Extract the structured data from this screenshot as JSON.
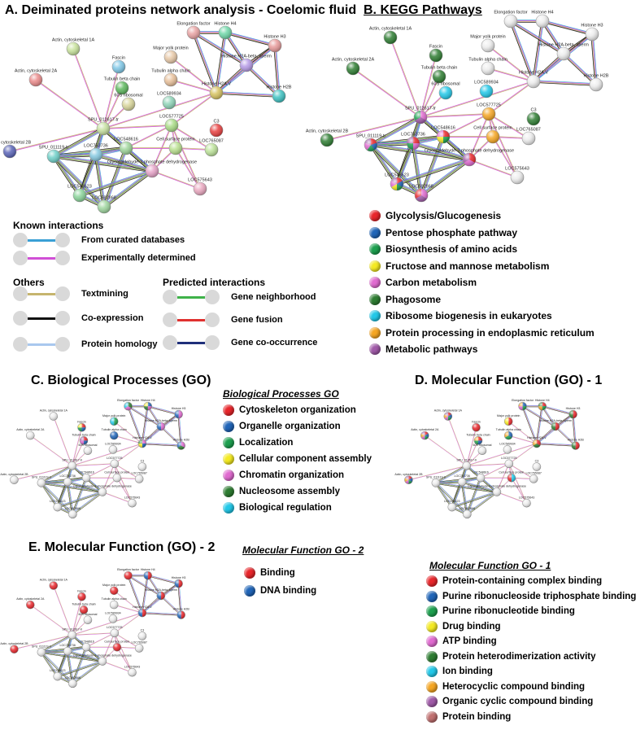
{
  "panels": {
    "A": {
      "title": "A. Deiminated proteins network analysis - Coelomic fluid"
    },
    "B": {
      "title": "B. KEGG Pathways"
    },
    "C": {
      "title": "C. Biological Processes (GO)"
    },
    "D": {
      "title": "D. Molecular Function (GO) - 1"
    },
    "E": {
      "title": "E. Molecular Function (GO) - 2"
    }
  },
  "nodes": [
    {
      "id": "elong",
      "label": "Elongation factor"
    },
    {
      "id": "h4",
      "label": "Histone H4"
    },
    {
      "id": "h3",
      "label": "Histone H3"
    },
    {
      "id": "h2a",
      "label": "Histone H2A-beta, sperm"
    },
    {
      "id": "act1a",
      "label": "Actin, cytoskeletal 1A"
    },
    {
      "id": "major",
      "label": "Major yolk protein"
    },
    {
      "id": "fascin",
      "label": "Fascin"
    },
    {
      "id": "act2a",
      "label": "Actin, cytoskeletal 2A"
    },
    {
      "id": "tubb",
      "label": "Tubulin beta chain"
    },
    {
      "id": "tuba",
      "label": "Tubulin alpha chain"
    },
    {
      "id": "h2av",
      "label": "Histone H2A.V"
    },
    {
      "id": "h2b",
      "label": "Histone H2B"
    },
    {
      "id": "r60s",
      "label": "60S ribosomal"
    },
    {
      "id": "loc589934",
      "label": "LOC589934"
    },
    {
      "id": "loc577725",
      "label": "LOC577725"
    },
    {
      "id": "c3",
      "label": "C3"
    },
    {
      "id": "act2b",
      "label": "Actin, cytoskeletal 2B"
    },
    {
      "id": "spu012617",
      "label": "SPU_012617-tr"
    },
    {
      "id": "loc765087",
      "label": "LOC765087"
    },
    {
      "id": "loc548616",
      "label": "LOC548616"
    },
    {
      "id": "spu011119",
      "label": "SPU_011119-tr"
    },
    {
      "id": "loc763736",
      "label": "LOC763736"
    },
    {
      "id": "cellsurf",
      "label": "Cell surface protein"
    },
    {
      "id": "gapdh",
      "label": "Glyceraldehyde-3-phosphate dehydrogenase"
    },
    {
      "id": "loc548623",
      "label": "LOC548623"
    },
    {
      "id": "loc575643",
      "label": "LOC575643"
    },
    {
      "id": "loc592868",
      "label": "LOC592868"
    }
  ],
  "edge_legend": {
    "known_title": "Known interactions",
    "others_title": "Others",
    "predicted_title": "Predicted interactions",
    "known": [
      {
        "label": "From curated databases",
        "color": "#3aa0d5"
      },
      {
        "label": "Experimentally determined",
        "color": "#d04fd6"
      }
    ],
    "others": [
      {
        "label": "Textmining",
        "color": "#c6b56e"
      },
      {
        "label": "Co-expression",
        "color": "#111111"
      },
      {
        "label": "Protein homology",
        "color": "#a9c8ee"
      }
    ],
    "predicted": [
      {
        "label": "Gene neighborhood",
        "color": "#3fb24a"
      },
      {
        "label": "Gene fusion",
        "color": "#e0312f"
      },
      {
        "label": "Gene co-occurrence",
        "color": "#1f2f7a"
      }
    ]
  },
  "kegg_legend": [
    {
      "label": "Glycolysis/Glucogenesis",
      "color": "#e8262b"
    },
    {
      "label": "Pentose phosphate pathway",
      "color": "#2065b8"
    },
    {
      "label": "Biosynthesis of amino acids",
      "color": "#1da04f"
    },
    {
      "label": "Fructose and mannose metabolism",
      "color": "#f4ea22"
    },
    {
      "label": "Carbon metabolism",
      "color": "#e06bd0"
    },
    {
      "label": "Phagosome",
      "color": "#2e7d32"
    },
    {
      "label": "Ribosome biogenesis in eukaryotes",
      "color": "#22c8e8"
    },
    {
      "label": "Protein processing in endoplasmic reticulum",
      "color": "#f5a623"
    },
    {
      "label": "Metabolic pathways",
      "color": "#a05aa8"
    }
  ],
  "bp_legend": {
    "title": "Biological Processes GO",
    "items": [
      {
        "label": "Cytoskeleton organization",
        "color": "#e8262b"
      },
      {
        "label": "Organelle organization",
        "color": "#2065b8"
      },
      {
        "label": "Localization",
        "color": "#1da04f"
      },
      {
        "label": "Cellular component assembly",
        "color": "#f4ea22"
      },
      {
        "label": "Chromatin organization",
        "color": "#e06bd0"
      },
      {
        "label": "Nucleosome assembly",
        "color": "#2e7d32"
      },
      {
        "label": "Biological regulation",
        "color": "#22c8e8"
      }
    ]
  },
  "mf2_legend": {
    "title": "Molecular Function GO - 2",
    "items": [
      {
        "label": "Binding",
        "color": "#e8262b"
      },
      {
        "label": "DNA binding",
        "color": "#2065b8"
      }
    ]
  },
  "mf1_legend": {
    "title": "Molecular Function GO - 1",
    "items": [
      {
        "label": "Protein-containing  complex binding",
        "color": "#e8262b"
      },
      {
        "label": "Purine ribonucleoside triphosphate  binding",
        "color": "#2065b8"
      },
      {
        "label": "Purine ribonucleotide binding",
        "color": "#1da04f"
      },
      {
        "label": "Drug binding",
        "color": "#f4ea22"
      },
      {
        "label": "ATP binding",
        "color": "#e06bd0"
      },
      {
        "label": "Protein heterodimerization  activity",
        "color": "#2e7d32"
      },
      {
        "label": "Ion binding",
        "color": "#22c8e8"
      },
      {
        "label": "Heterocyclic compound binding",
        "color": "#f5a623"
      },
      {
        "label": "Organic cyclic compound binding",
        "color": "#a05aa8"
      },
      {
        "label": "Protein binding",
        "color": "#c07070"
      }
    ]
  }
}
